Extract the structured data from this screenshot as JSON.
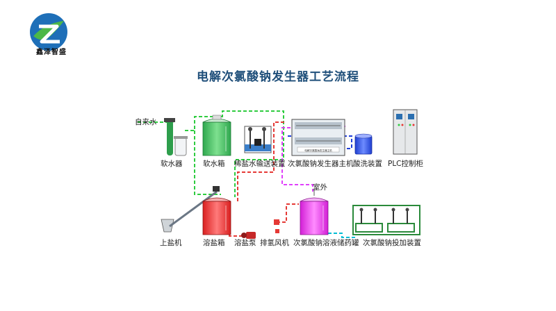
{
  "brand": {
    "name": "鑫泽智盛"
  },
  "title": "电解次氯酸钠发生器工艺流程",
  "labels": {
    "tap_water": "自来水",
    "softener": "软水器",
    "soft_water_tank": "软水箱",
    "dilute_brine": "稀盐水输送装置",
    "generator_host": "次氯酸钠发生器主机",
    "generator_plate": "电解次氯酸钠发生器主机",
    "acid_wash": "酸洗装置",
    "plc": "PLC控制柜",
    "outdoor": "室外",
    "salt_loader": "上盐机",
    "salt_tank": "溶盐箱",
    "salt_pump": "溶盐泵",
    "h2_fan": "排氢风机",
    "storage_tank": "次氯酸钠溶液储药罐",
    "dosing": "次氯酸钠投加装置"
  },
  "colors": {
    "title": "#1f4f7a",
    "soft_water_line": "#2ecc40",
    "brine_line": "#e53935",
    "hypochlorite_line": "#e040fb",
    "acid_line": "#1e3ed8",
    "output_line": "#00bcd4"
  }
}
